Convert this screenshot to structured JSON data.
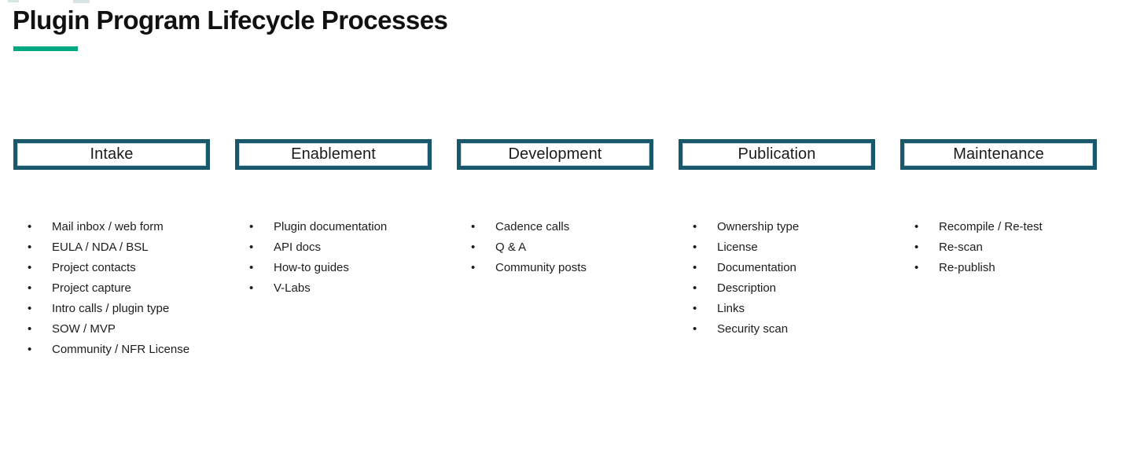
{
  "title": "Plugin Program Lifecycle Processes",
  "colors": {
    "accent_green": "#01A982",
    "frame_teal": "#19586B"
  },
  "columns": [
    {
      "header": "Intake",
      "items": [
        "Mail inbox / web form",
        "EULA / NDA / BSL",
        "Project contacts",
        "Project capture",
        "Intro calls / plugin type",
        "SOW / MVP",
        "Community / NFR License"
      ]
    },
    {
      "header": "Enablement",
      "items": [
        "Plugin documentation",
        "API docs",
        "How-to guides",
        "V-Labs"
      ]
    },
    {
      "header": "Development",
      "items": [
        "Cadence calls",
        "Q & A",
        "Community posts"
      ]
    },
    {
      "header": "Publication",
      "items": [
        "Ownership type",
        "License",
        "Documentation",
        "Description",
        "Links",
        "Security scan"
      ]
    },
    {
      "header": "Maintenance",
      "items": [
        "Recompile / Re-test",
        "Re-scan",
        "Re-publish"
      ]
    }
  ]
}
